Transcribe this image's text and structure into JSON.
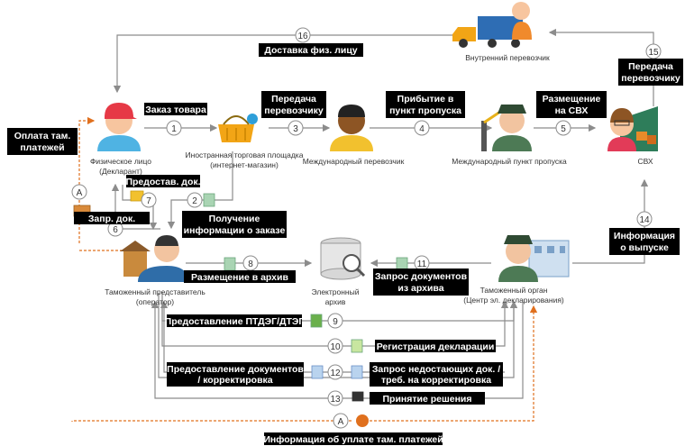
{
  "labels": {
    "order_goods": "Заказ товара",
    "transfer_carrier_1": "Передача",
    "transfer_carrier_2": "перевозчику",
    "arrival_1": "Прибытие в",
    "arrival_2": "пункт пропуска",
    "placement_svh": "Размещение",
    "placement_svh_2": "на СВХ",
    "delivery_person": "Доставка физ. лицу",
    "transfer_carrier_b_1": "Передача",
    "transfer_carrier_b_2": "перевозчику",
    "payment_1": "Оплата там.",
    "payment_2": "платежей",
    "provide_docs": "Предостав. док.",
    "request_docs": "Запр. док.",
    "order_info_1": "Получение",
    "order_info_2": "информации о заказе",
    "archive_place": "Размещение в архив",
    "archive_request_1": "Запрос документов",
    "archive_request_2": "из архива",
    "release_info_1": "Информация",
    "release_info_2": "о выпуске",
    "ptdeg": "Предоставление ПТДЭГ/ДТЭГ",
    "registration": "Регистрация декларации",
    "provide_docs_corr_1": "Предоставление документов",
    "provide_docs_corr_2": "/ корректировка",
    "request_missing_1": "Запрос недостающих док. /",
    "request_missing_2": "треб. на корректировка",
    "decision": "Принятие решения",
    "payment_info": "Информация об уплате там. платежей"
  },
  "captions": {
    "individual_1": "Физическое лицо",
    "individual_2": "(Декларант)",
    "marketplace_1": "Иностранная торговая площадка",
    "marketplace_2": "(интернет-магазин)",
    "intl_carrier": "Международный перевозчик",
    "checkpoint": "Международный пункт пропуска",
    "svh": "СВХ",
    "domestic_carrier": "Внутренний перевозчик",
    "representative_1": "Таможенный представитель",
    "representative_2": "(оператор)",
    "archive_1": "Электронный",
    "archive_2": "архив",
    "customs_1": "Таможенный орган",
    "customs_2": "(Центр эл. декларирования)"
  },
  "steps": [
    "1",
    "2",
    "3",
    "4",
    "5",
    "6",
    "7",
    "8",
    "9",
    "10",
    "11",
    "12",
    "13",
    "14",
    "15",
    "16"
  ],
  "markers": {
    "a": "A"
  },
  "colors": {
    "label_bg": "#000000",
    "arrow": "#8c8c8c",
    "dotted": "#e0701e",
    "basket": "#f2a516",
    "truck": "#2e6db4"
  }
}
